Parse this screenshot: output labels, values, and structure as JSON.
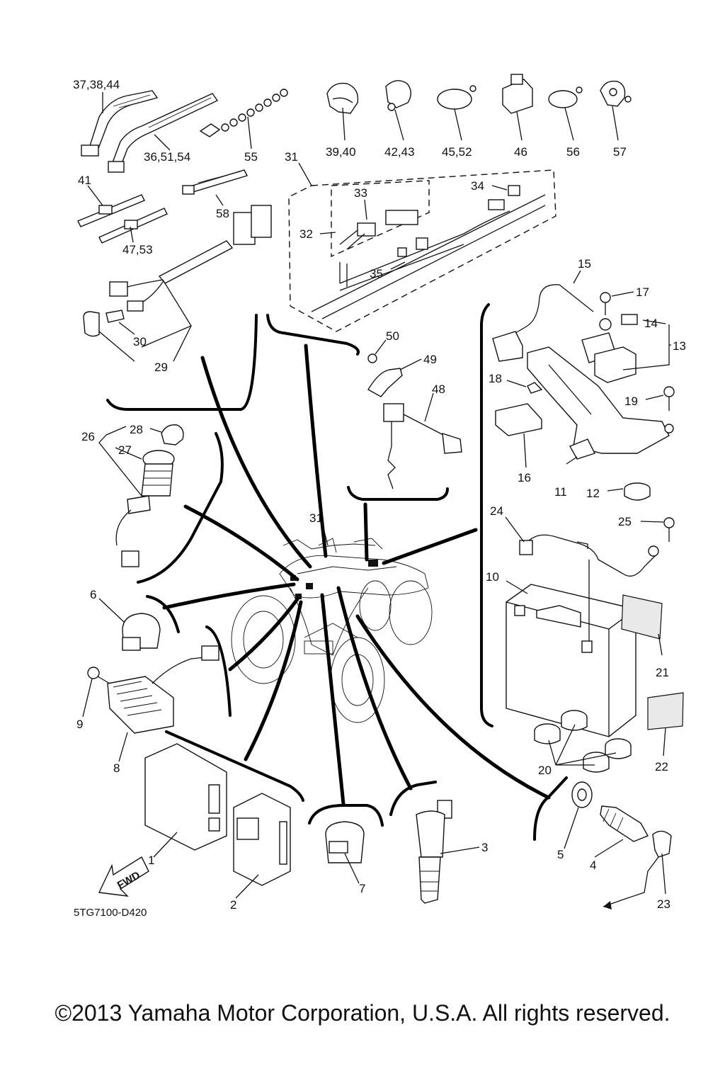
{
  "drawing_code": "5TG7100-D420",
  "fwd_label": "FWD",
  "copyright": "©2013 Yamaha Motor Corporation, U.S.A. All rights reserved.",
  "callouts": {
    "c37_38_44": "37,38,44",
    "c36_51_54": "36,51,54",
    "c55": "55",
    "c41": "41",
    "c58": "58",
    "c47_53": "47,53",
    "c30": "30",
    "c29": "29",
    "c39_40": "39,40",
    "c42_43": "42,43",
    "c45_52": "45,52",
    "c46": "46",
    "c56": "56",
    "c57": "57",
    "c31_top": "31",
    "c33": "33",
    "c34": "34",
    "c32": "32",
    "c35": "35",
    "c15": "15",
    "c17": "17",
    "c14": "14",
    "c13": "13",
    "c18": "18",
    "c19": "19",
    "c16": "16",
    "c11": "11",
    "c12": "12",
    "c50": "50",
    "c49": "49",
    "c48": "48",
    "c26": "26",
    "c28": "28",
    "c27": "27",
    "c31_mid": "31",
    "c24": "24",
    "c25": "25",
    "c10": "10",
    "c21": "21",
    "c22": "22",
    "c20": "20",
    "c6": "6",
    "c9": "9",
    "c8": "8",
    "c1": "1",
    "c2": "2",
    "c7": "7",
    "c3": "3",
    "c5": "5",
    "c4": "4",
    "c23": "23"
  }
}
